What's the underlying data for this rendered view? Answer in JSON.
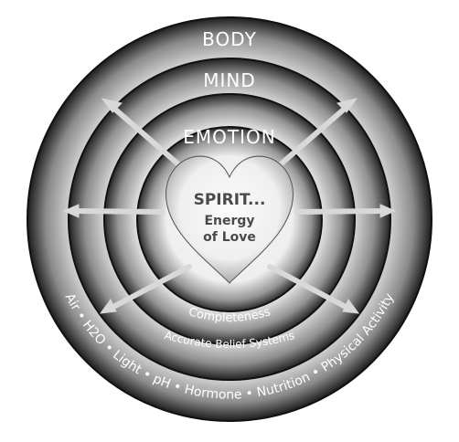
{
  "diagram": {
    "outer_ring_label": "BODY",
    "second_ring_label": "MIND",
    "third_ring_label": "EMOTION",
    "heart_title": "SPIRIT...",
    "heart_line1": "Energy",
    "heart_line2": "of Love",
    "completeness_label": "Completeness",
    "belief_label": "Accurate Belief Systems",
    "outer_curve_label": "Air • H2O • Light • pH • Hormone • Nutrition • Physical Activity"
  },
  "colors": {
    "ring_light": "#f2f2f2",
    "ring_dark": "#1f1f1f",
    "outline": "#111111",
    "heart_text": "#4a4a4a",
    "arrow": "#d8d8d8"
  }
}
